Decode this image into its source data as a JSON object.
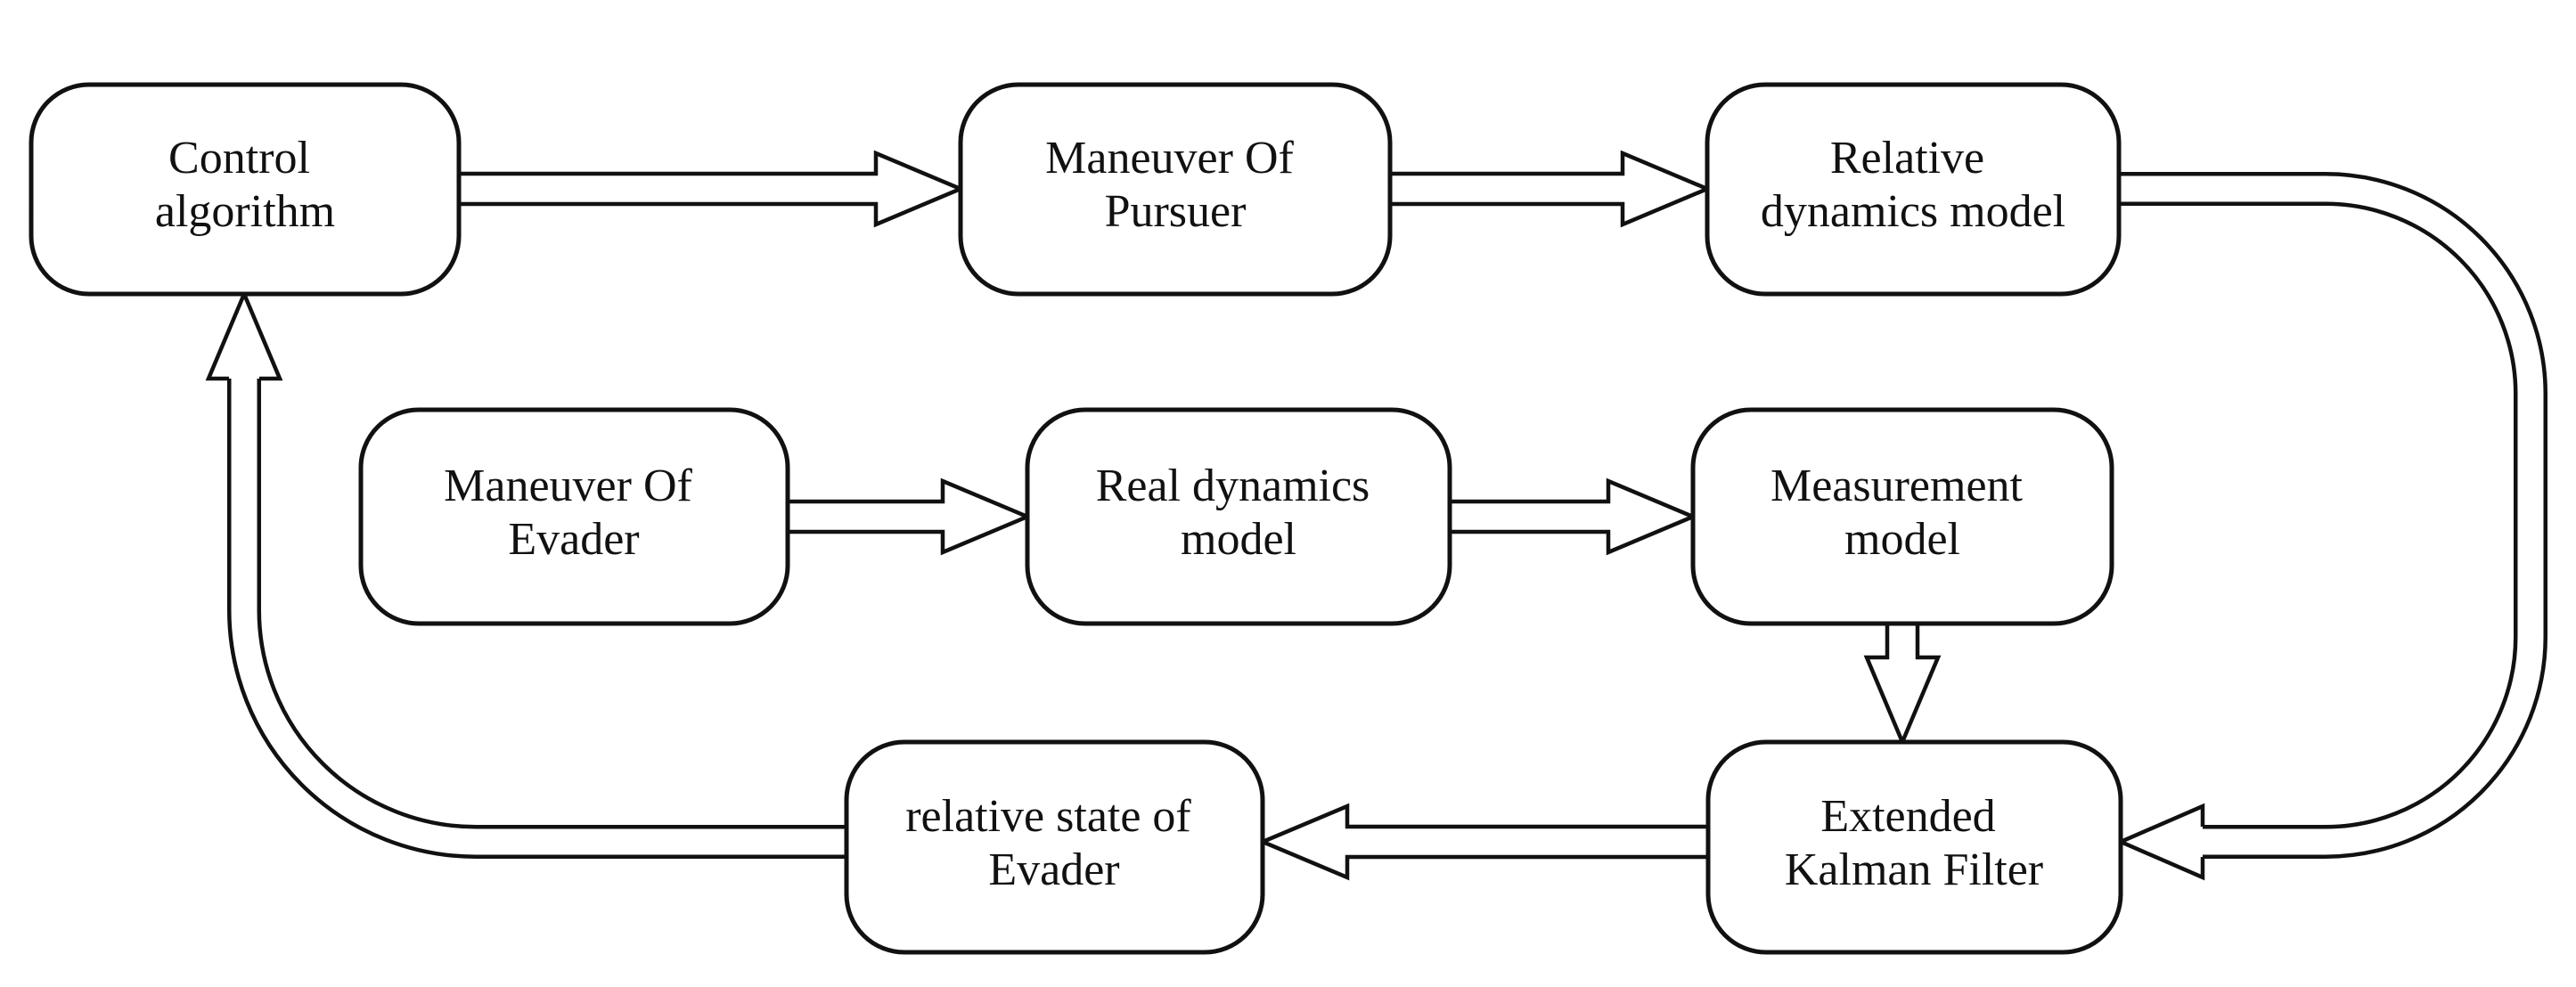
{
  "diagram": {
    "title": "Pursuit-evasion estimation and control loop flowchart",
    "background_color": "#ffffff",
    "line_color": "#111111",
    "box_fill_color": "#ffffff",
    "arrow_style": "hollow-double-line-block-arrow",
    "nodes": [
      {
        "id": "control-algorithm",
        "line1": "Control",
        "line2": "algorithm"
      },
      {
        "id": "maneuver-of-pursuer",
        "line1": "Maneuver Of",
        "line2": "Pursuer"
      },
      {
        "id": "relative-dynamics-model",
        "line1": "Relative",
        "line2": "dynamics model"
      },
      {
        "id": "maneuver-of-evader",
        "line1": "Maneuver Of",
        "line2": "Evader"
      },
      {
        "id": "real-dynamics-model",
        "line1": "Real dynamics",
        "line2": "model"
      },
      {
        "id": "measurement-model",
        "line1": "Measurement",
        "line2": "model"
      },
      {
        "id": "relative-state-of-evader",
        "line1": "relative state of",
        "line2": "Evader"
      },
      {
        "id": "extended-kalman-filter",
        "line1": "Extended",
        "line2": "Kalman Filter"
      }
    ],
    "edges": [
      {
        "from": "control-algorithm",
        "to": "maneuver-of-pursuer",
        "direction": "right"
      },
      {
        "from": "maneuver-of-pursuer",
        "to": "relative-dynamics-model",
        "direction": "right"
      },
      {
        "from": "relative-dynamics-model",
        "to": "extended-kalman-filter",
        "direction": "right-side curved loop down, enters pointing left"
      },
      {
        "from": "maneuver-of-evader",
        "to": "real-dynamics-model",
        "direction": "right"
      },
      {
        "from": "real-dynamics-model",
        "to": "measurement-model",
        "direction": "right"
      },
      {
        "from": "measurement-model",
        "to": "extended-kalman-filter",
        "direction": "down"
      },
      {
        "from": "extended-kalman-filter",
        "to": "relative-state-of-evader",
        "direction": "left"
      },
      {
        "from": "relative-state-of-evader",
        "to": "control-algorithm",
        "direction": "left-side curved loop up, enters pointing up"
      }
    ]
  }
}
